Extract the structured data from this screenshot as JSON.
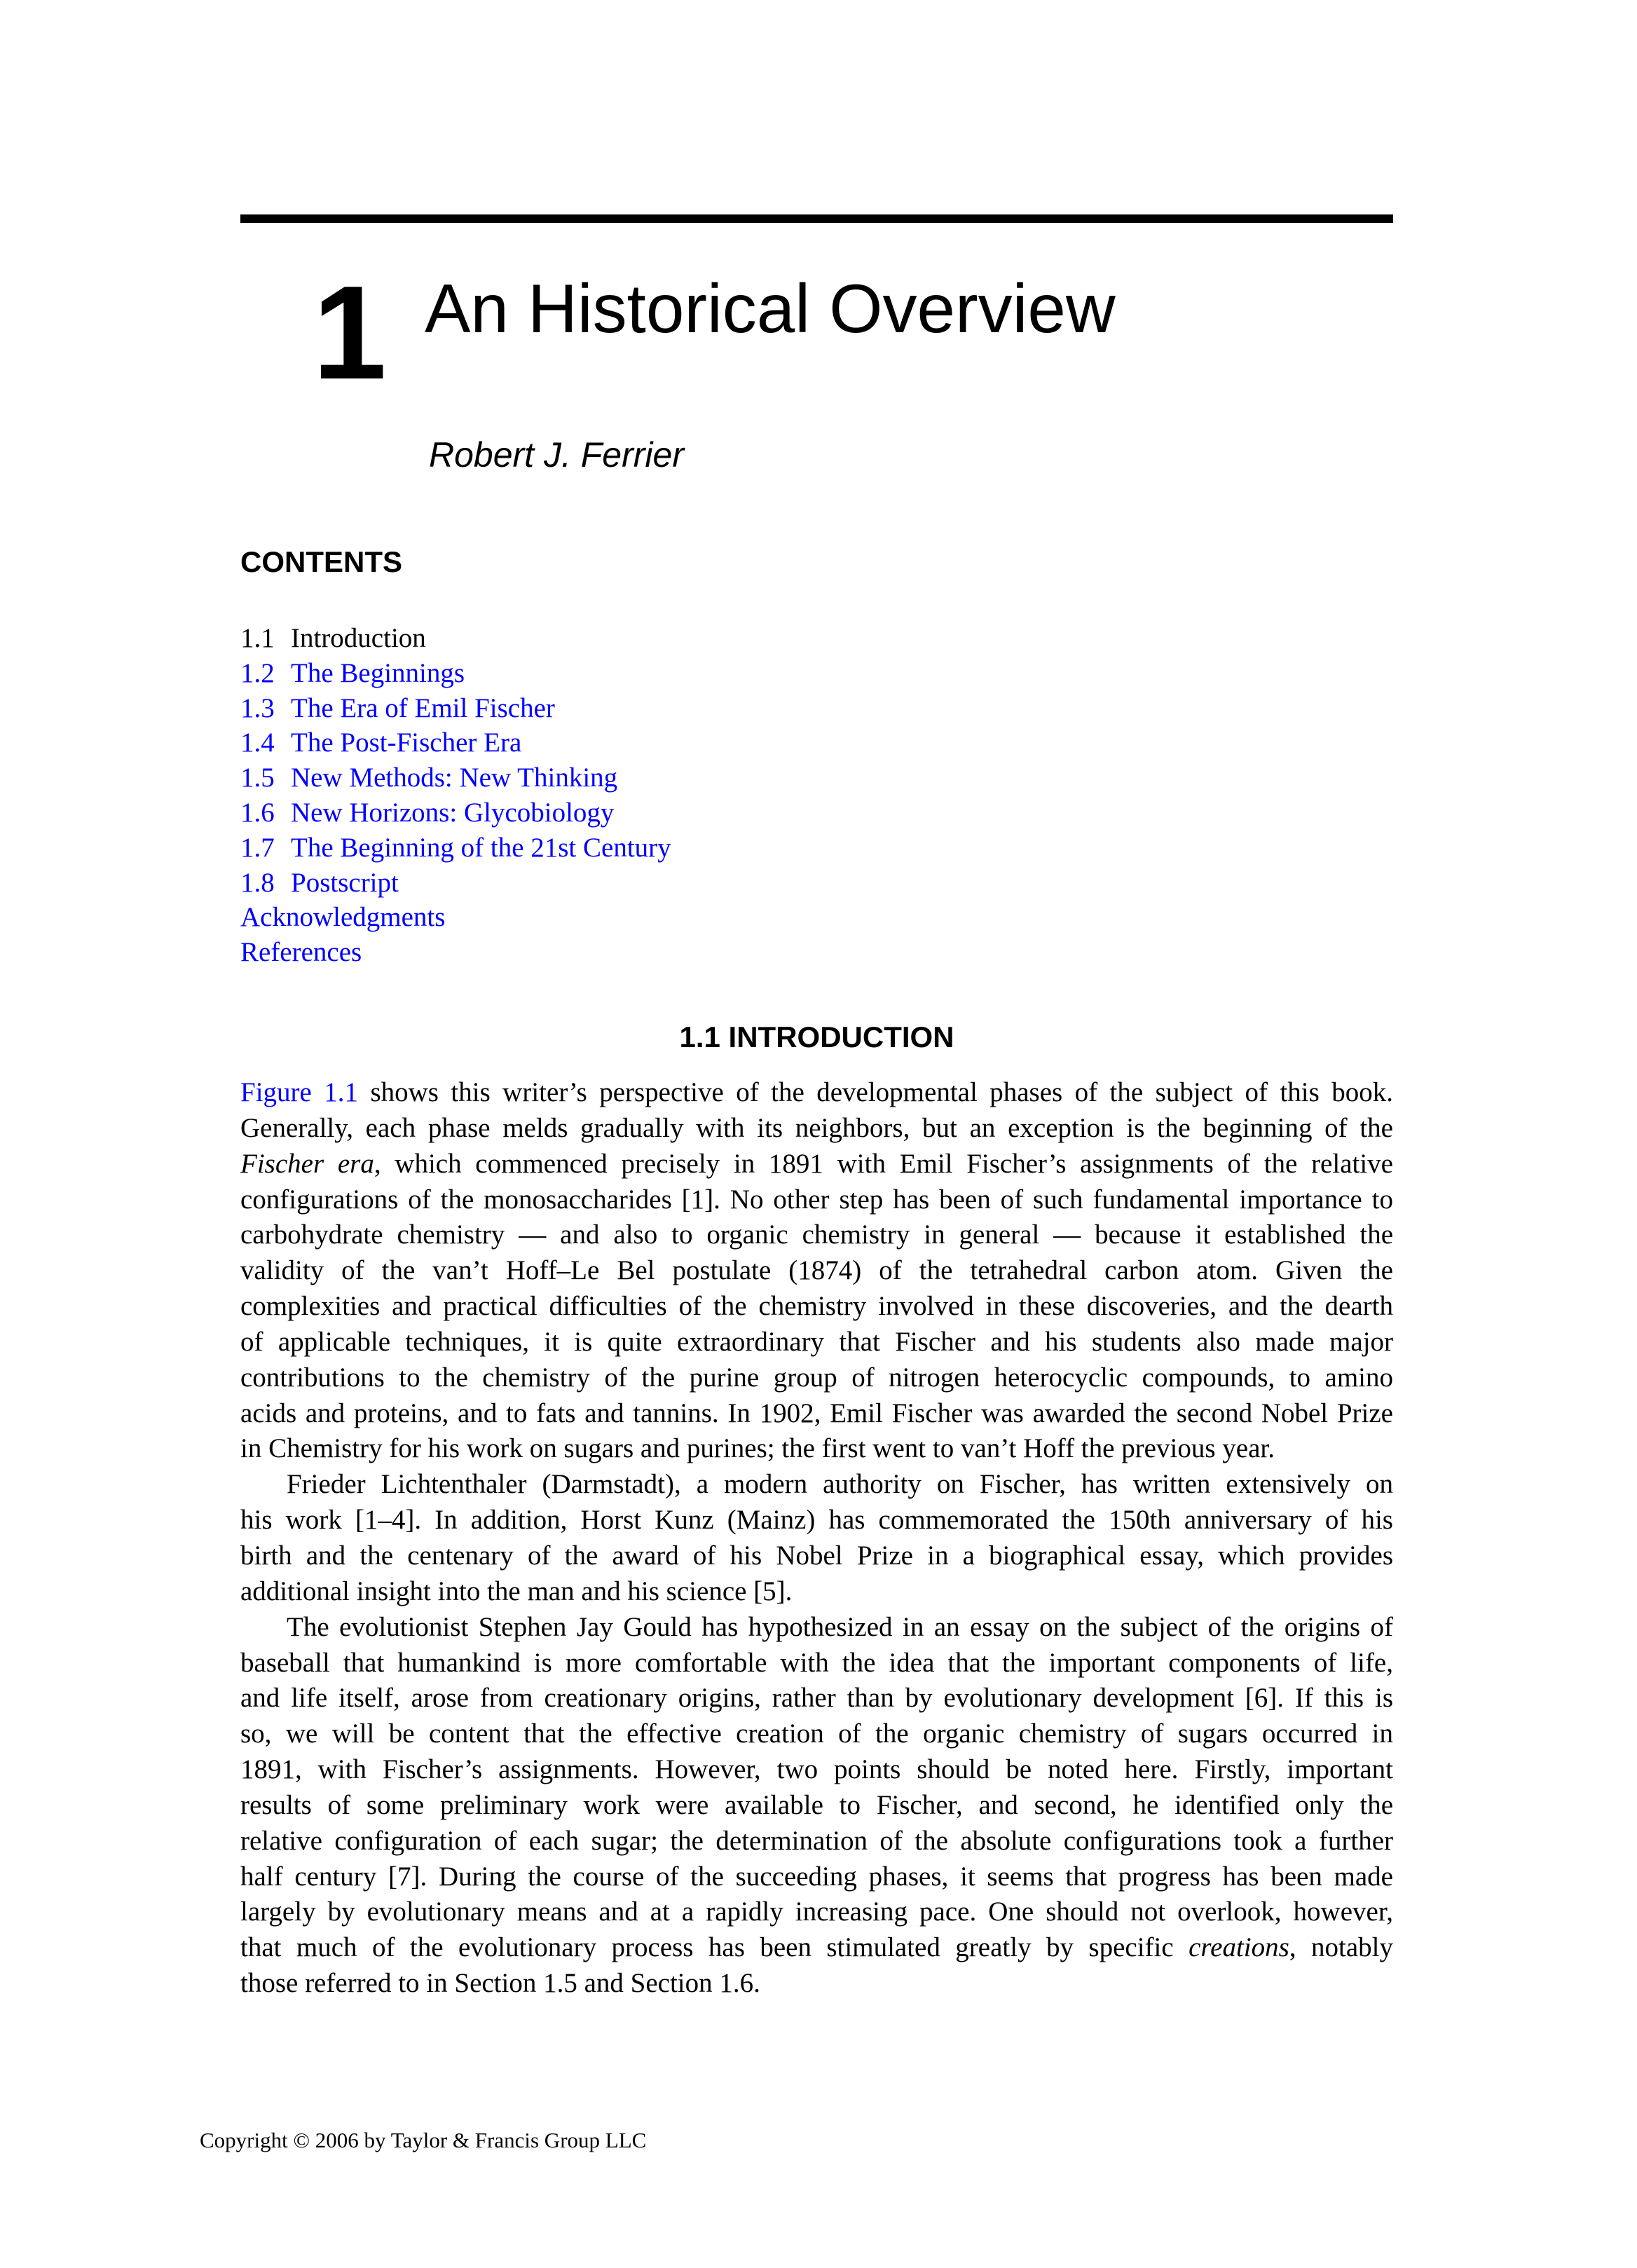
{
  "chapter": {
    "number": "1",
    "title": "An Historical Overview",
    "author": "Robert J. Ferrier"
  },
  "contents": {
    "heading": "CONTENTS",
    "items": [
      {
        "num": "1.1",
        "label": "Introduction",
        "link": false
      },
      {
        "num": "1.2",
        "label": "The Beginnings",
        "link": true
      },
      {
        "num": "1.3",
        "label": "The Era of Emil Fischer",
        "link": true
      },
      {
        "num": "1.4",
        "label": "The Post-Fischer Era",
        "link": true
      },
      {
        "num": "1.5",
        "label": "New Methods: New Thinking",
        "link": true
      },
      {
        "num": "1.6",
        "label": "New Horizons: Glycobiology",
        "link": true
      },
      {
        "num": "1.7",
        "label": "The Beginning of the 21st Century",
        "link": true
      },
      {
        "num": "1.8",
        "label": "Postscript",
        "link": true
      },
      {
        "num": "",
        "label": "Acknowledgments",
        "link": true
      },
      {
        "num": "",
        "label": "References",
        "link": true
      }
    ]
  },
  "section": {
    "heading": "1.1 INTRODUCTION"
  },
  "paragraphs": [
    {
      "indent": false,
      "lines": [
        [
          {
            "t": "Figure 1.1",
            "s": "link"
          },
          {
            "t": " shows this writer’s perspective of the developmental phases of the subject of this book."
          }
        ],
        [
          {
            "t": "Generally, each phase melds gradually with its neighbors, but an exception is the beginning of the"
          }
        ],
        [
          {
            "t": "Fischer era",
            "s": "i"
          },
          {
            "t": ", which commenced precisely in 1891 with Emil Fischer’s assignments of the relative"
          }
        ],
        [
          {
            "t": "configurations of the monosaccharides [1]. No other step has been of such fundamental importance to"
          }
        ],
        [
          {
            "t": "carbohydrate chemistry — and also to organic chemistry in general — because it established the"
          }
        ],
        [
          {
            "t": "validity of the van’t Hoff–Le Bel postulate (1874) of the tetrahedral carbon atom. Given the"
          }
        ],
        [
          {
            "t": "complexities and practical difficulties of the chemistry involved in these discoveries, and the dearth"
          }
        ],
        [
          {
            "t": "of applicable techniques, it is quite extraordinary that Fischer and his students also made major"
          }
        ],
        [
          {
            "t": "contributions to the chemistry of the purine group of nitrogen heterocyclic compounds, to amino"
          }
        ],
        [
          {
            "t": "acids and proteins, and to fats and tannins. In 1902, Emil Fischer was awarded the second Nobel Prize"
          }
        ],
        [
          {
            "t": "in Chemistry for his work on sugars and purines; the first went to van’t Hoff the previous year."
          }
        ]
      ]
    },
    {
      "indent": true,
      "lines": [
        [
          {
            "t": "Frieder Lichtenthaler (Darmstadt), a modern authority on Fischer, has written extensively on"
          }
        ],
        [
          {
            "t": "his work [1–4]. In addition, Horst Kunz (Mainz) has commemorated the 150th anniversary of his"
          }
        ],
        [
          {
            "t": "birth and the centenary of the award of his Nobel Prize in a biographical essay, which provides"
          }
        ],
        [
          {
            "t": "additional insight into the man and his science [5]."
          }
        ]
      ]
    },
    {
      "indent": true,
      "lines": [
        [
          {
            "t": "The evolutionist Stephen Jay Gould has hypothesized in an essay on the subject of the origins of"
          }
        ],
        [
          {
            "t": "baseball that humankind is more comfortable with the idea that the important components of life,"
          }
        ],
        [
          {
            "t": "and life itself, arose from creationary origins, rather than by evolutionary development [6]. If this is"
          }
        ],
        [
          {
            "t": "so, we will be content that the effective creation of the organic chemistry of sugars occurred in"
          }
        ],
        [
          {
            "t": "1891, with Fischer’s assignments. However, two points should be noted here. Firstly, important"
          }
        ],
        [
          {
            "t": "results of some preliminary work were available to Fischer, and second, he identified only the"
          }
        ],
        [
          {
            "t": "relative configuration of each sugar; the determination of the absolute configurations took a further"
          }
        ],
        [
          {
            "t": "half century [7]. During the course of the succeeding phases, it seems that progress has been made"
          }
        ],
        [
          {
            "t": "largely by evolutionary means and at a rapidly increasing pace. One should not overlook, however,"
          }
        ],
        [
          {
            "t": "that much of the evolutionary process has been stimulated greatly by specific "
          },
          {
            "t": "creations",
            "s": "i"
          },
          {
            "t": ", notably"
          }
        ],
        [
          {
            "t": "those referred to in Section 1.5 and Section 1.6."
          }
        ]
      ]
    }
  ],
  "footer": {
    "copyright": "Copyright © 2006 by Taylor & Francis Group LLC"
  },
  "colors": {
    "link": "#0000ff"
  }
}
